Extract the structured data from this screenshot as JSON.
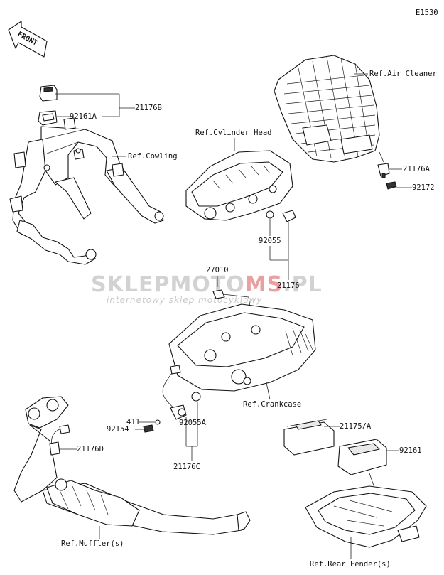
{
  "diagram_code": "E1530",
  "front_label": "FRONT",
  "watermark": {
    "brand_prefix": "SKLEP",
    "brand_middle": "MOTO",
    "brand_accent": "MS",
    "brand_suffix": ".PL",
    "tagline": "internetowy sklep motocyklowy",
    "color_gray": "#d2d2d2",
    "color_red": "#e8a0a0"
  },
  "labels": {
    "p21176B": "21176B",
    "p92161A": "92161A",
    "ref_cowling": "Ref.Cowling",
    "ref_air_cleaner": "Ref.Air Cleaner",
    "ref_cylinder_head": "Ref.Cylinder Head",
    "p21176A": "21176A",
    "p92172": "92172",
    "p92055": "92055",
    "p27010": "27010",
    "p21176": "21176",
    "ref_crankcase": "Ref.Crankcase",
    "p411": "411",
    "p92154": "92154",
    "p92055A": "92055A",
    "p21176C": "21176C",
    "p21176D": "21176D",
    "p21175A": "21175/A",
    "p92161": "92161",
    "ref_muffler": "Ref.Muffler(s)",
    "ref_rear_fender": "Ref.Rear Fender(s)"
  }
}
